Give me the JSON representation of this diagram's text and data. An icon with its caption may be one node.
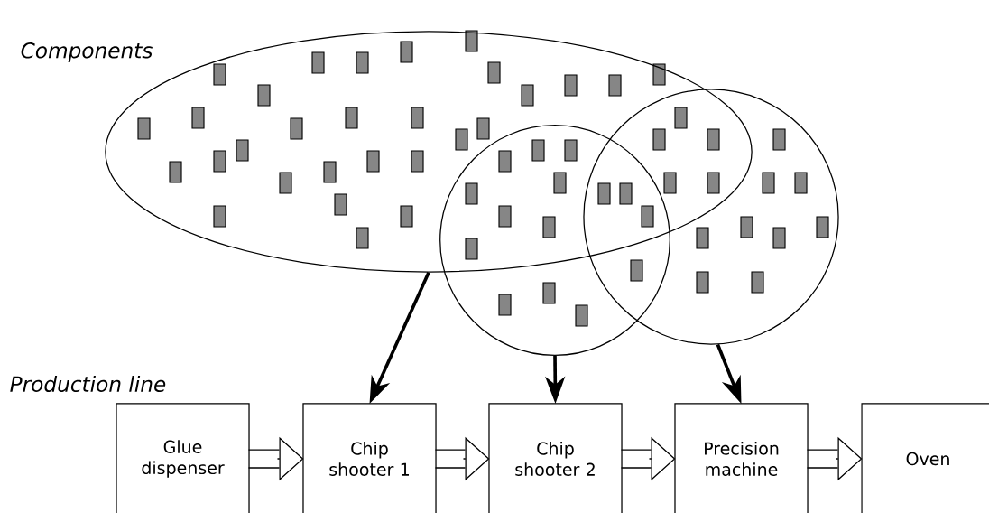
{
  "diagram": {
    "nodes": [
      {
        "text": [],
        "shape": "ellipse"
      },
      {
        "text": [],
        "shape": "circle"
      },
      {
        "text": [],
        "shape": "circle"
      },
      {
        "text": [
          "Glue dispenser"
        ]
      },
      {
        "text": [
          "Chip shooter 1"
        ]
      },
      {
        "text": [
          "Chip shooter 2"
        ]
      },
      {
        "text": [
          "Precision machine"
        ]
      },
      {
        "text": [
          "Oven"
        ]
      }
    ],
    "edges": [
      {
        "from": 0,
        "to": 4,
        "arrow": "to",
        "style": "thick"
      },
      {
        "from": 1,
        "to": 5,
        "arrow": "to",
        "style": "thick"
      },
      {
        "from": 2,
        "to": 6,
        "arrow": "to",
        "style": "thick"
      },
      {
        "from": 3,
        "to": 4,
        "arrow": "to"
      },
      {
        "from": 4,
        "to": 5,
        "arrow": "to"
      },
      {
        "from": 5,
        "to": 6,
        "arrow": "to"
      },
      {
        "from": 6,
        "to": 7,
        "arrow": "to"
      }
    ],
    "labels": [
      "Components",
      "Production line"
    ]
  }
}
